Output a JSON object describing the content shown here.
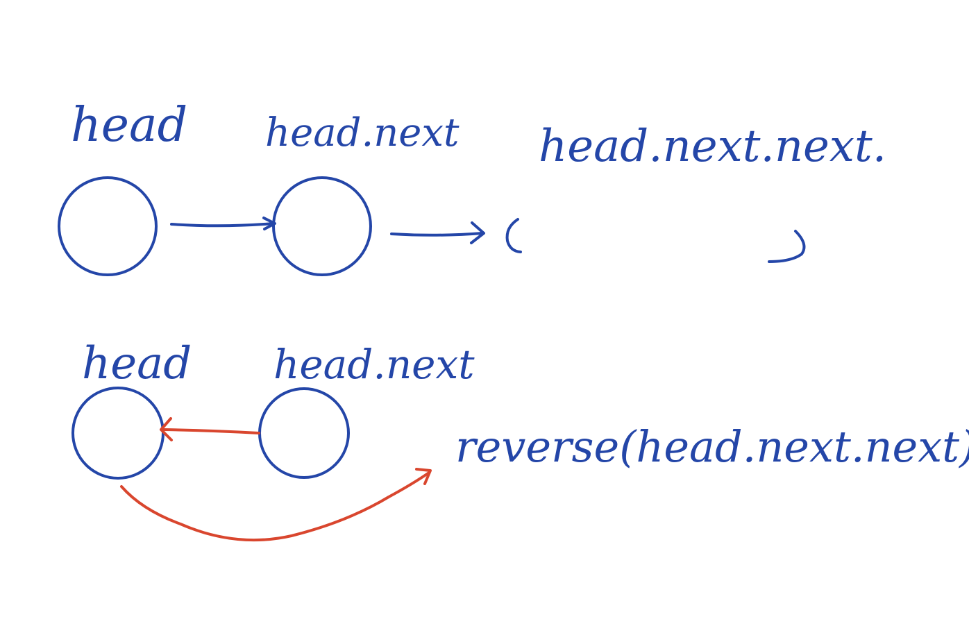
{
  "colors": {
    "ink": "#2446a8",
    "reverse_arrow": "#d9462e",
    "background": "#ffffff"
  },
  "top_row": {
    "label_head": "head",
    "label_head_next": "head.next",
    "label_head_next_next": "head.next.next."
  },
  "bottom_row": {
    "label_head": "head",
    "label_head_next": "head.next",
    "call_text": "reverse(head.next.next)"
  }
}
